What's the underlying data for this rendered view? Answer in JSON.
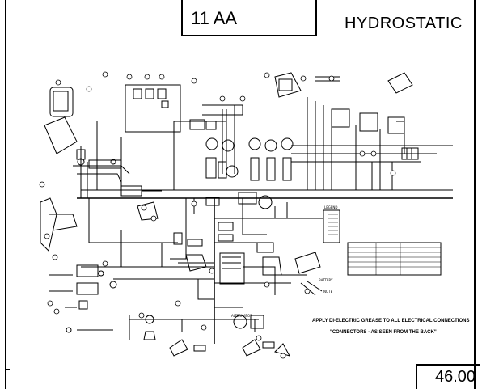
{
  "header": {
    "code": "11 AA",
    "title": "HYDROSTATIC"
  },
  "footer": {
    "page": "46.00"
  },
  "diagram": {
    "notes": [
      "APPLY DI-ELECTRIC GREASE TO ALL ELECTRICAL CONNECTIONS",
      "\"CONNECTORS - AS SEEN FROM THE BACK\""
    ],
    "labels": {
      "alternator": "ALTERNATOR",
      "legend": "LEGEND",
      "battery": "BATTERY",
      "note": "NOTE"
    },
    "colors": {
      "ink": "#000000",
      "paper": "#ffffff"
    }
  }
}
